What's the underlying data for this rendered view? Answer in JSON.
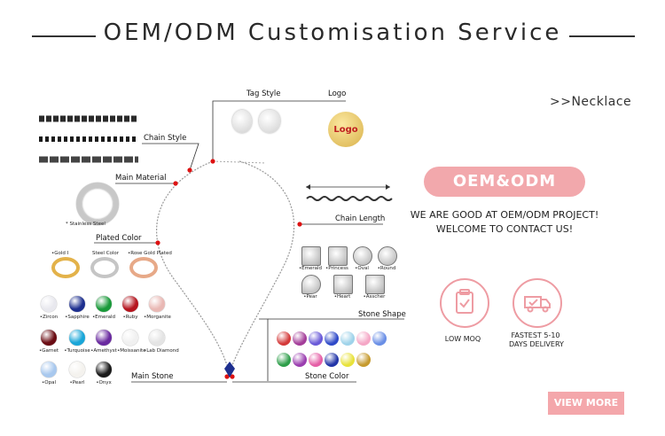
{
  "header": {
    "title": "OEM/ODM Customisation Service"
  },
  "nav": {
    "necklace_link": ">>Necklace"
  },
  "labels": {
    "tag_style": "Tag Style",
    "logo": "Logo",
    "chain_style": "Chain Style",
    "main_material": "Main Material",
    "plated_color": "Plated Color",
    "chain_length": "Chain Length",
    "stone_shape": "Stone Shape",
    "main_stone": "Main Stone",
    "stone_color": "Stone Color"
  },
  "logo_tag": {
    "text": "Logo"
  },
  "material": {
    "caption": "* Stainless Steel"
  },
  "plated_options": [
    "•Gold I",
    "Steel Color",
    "•Rose Gold Plated"
  ],
  "main_stones": [
    {
      "name": "•Zircon",
      "color": "#e8e8ee"
    },
    {
      "name": "•Sapphire",
      "color": "#1d2f8f"
    },
    {
      "name": "•Emerald",
      "color": "#1a9a3a"
    },
    {
      "name": "•Ruby",
      "color": "#b5141e"
    },
    {
      "name": "•Morganite",
      "color": "#e9b8b4"
    },
    {
      "name": "•Garnet",
      "color": "#6b0d14"
    },
    {
      "name": "•Turquoise",
      "color": "#19a6d8"
    },
    {
      "name": "•Amethyst",
      "color": "#6a2aa0"
    },
    {
      "name": "•Moissanite",
      "color": "#f0f0f0"
    },
    {
      "name": "•Lab Diamond",
      "color": "#e4e4e4"
    },
    {
      "name": "•Opal",
      "color": "#a8c8ee"
    },
    {
      "name": "•Pearl",
      "color": "#f4f2ee"
    },
    {
      "name": "•Onyx",
      "color": "#1a1a1a"
    }
  ],
  "stone_shapes": [
    "•Emerald",
    "•Princess",
    "•Oval",
    "•Round",
    "•Pear",
    "•Heart",
    "•Asscher"
  ],
  "stone_colors": [
    "#d43a3a",
    "#a43e9a",
    "#6a5ad8",
    "#2f4ac8",
    "#9fd3ea",
    "#f5a7c6",
    "#6a8fe6",
    "#2e9e4a",
    "#9b3fb0",
    "#e55ea6",
    "#2235a8",
    "#e8e23a",
    "#c69a2e"
  ],
  "promo": {
    "badge": "OEM&ODM",
    "line1": "WE ARE GOOD AT OEM/ODM PROJECT!",
    "line2": "WELCOME TO CONTACT US!",
    "feature1": "LOW MOQ",
    "feature2_line1": "FASTEST 5-10",
    "feature2_line2": "DAYS DELIVERY",
    "view_more": "VIEW MORE"
  },
  "colors": {
    "accent": "#f2a8ac",
    "marker": "#d11111"
  }
}
